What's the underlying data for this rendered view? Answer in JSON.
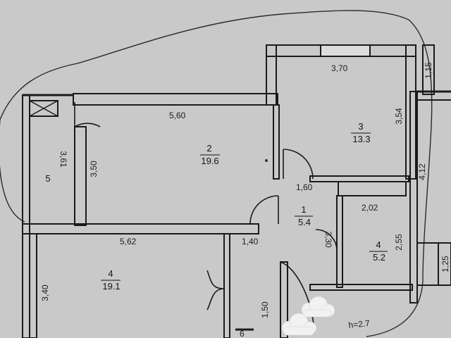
{
  "rooms": [
    {
      "number": "2",
      "area": "19.6"
    },
    {
      "number": "3",
      "area": "13.3"
    },
    {
      "number": "1",
      "area": "5.4"
    },
    {
      "number": "4",
      "area": "5.2"
    },
    {
      "number": "4",
      "area": "19.1"
    },
    {
      "number": "5"
    }
  ],
  "dimensions": [
    "3,70",
    "1,15",
    "5,60",
    "3,54",
    "3,61",
    "3,50",
    "4,12",
    "1,60",
    "2,02",
    "2,55",
    "3,30",
    "5,62",
    "1,40",
    "3,40",
    "1,50",
    "1,25"
  ],
  "annotations": {
    "ceiling_height": "h=2.7",
    "corner_tag": "6"
  },
  "colors": {
    "paper": "#c9c9c9",
    "ink": "#1a1a1a",
    "cloud": "#f2f2f2"
  }
}
